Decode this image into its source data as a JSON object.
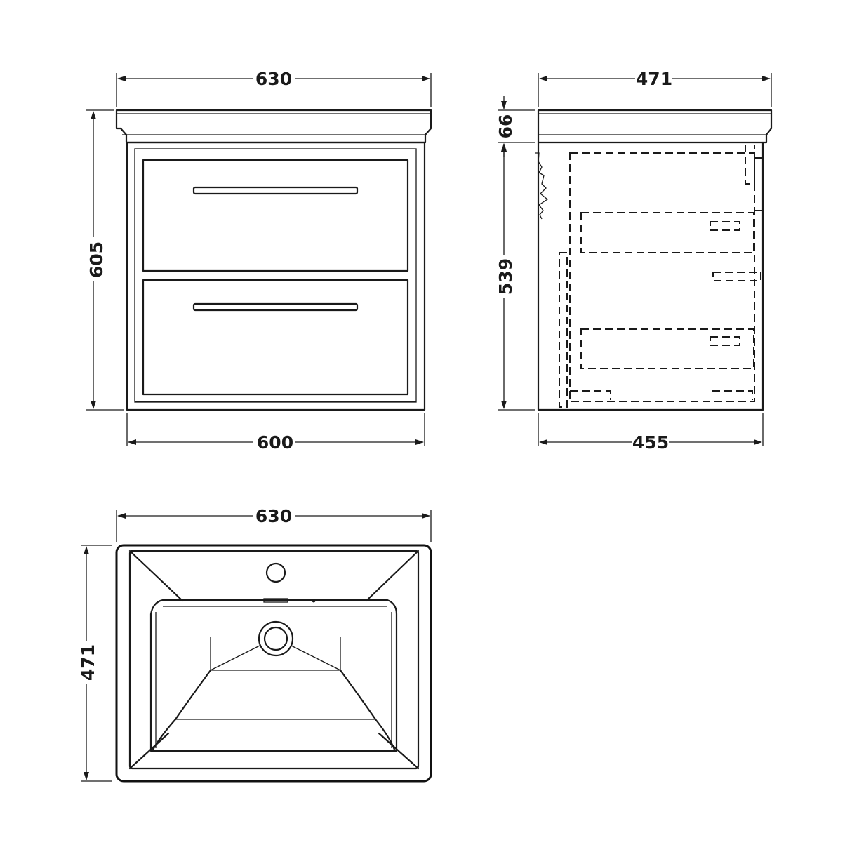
{
  "dimensions": {
    "front_top_width": "630",
    "front_height": "605",
    "front_bottom_width": "600",
    "side_top_depth": "471",
    "side_basin_height": "66",
    "side_cabinet_height": "539",
    "side_bottom_depth": "455",
    "plan_width": "630",
    "plan_depth": "471"
  },
  "views": [
    "front-elevation",
    "side-elevation",
    "plan-view"
  ],
  "colors": {
    "line": "#1a1a1a",
    "background": "#ffffff"
  }
}
